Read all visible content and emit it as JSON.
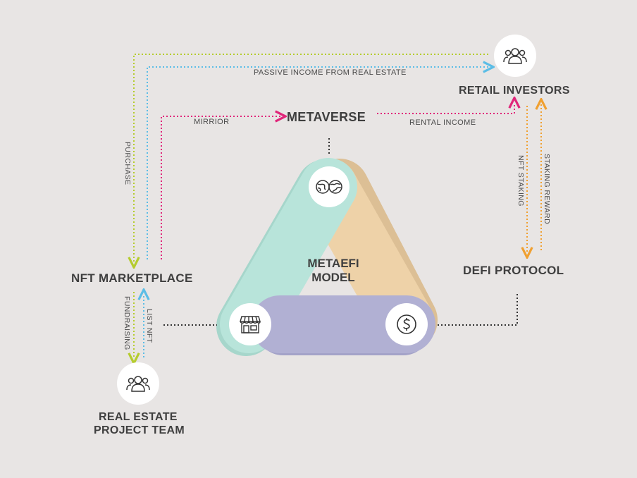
{
  "nodes": {
    "retail_investors": "RETAIL INVESTORS",
    "metaverse": "METAVERSE",
    "nft_marketplace": "NFT MARKETPLACE",
    "defi_protocol": "DEFI PROTOCOL",
    "real_estate_team_line1": "REAL ESTATE",
    "real_estate_team_line2": "PROJECT TEAM"
  },
  "center": {
    "line1": "METAEFI",
    "line2": "MODEL"
  },
  "edges": {
    "passive_income": "PASSIVE INCOME FROM REAL ESTATE",
    "mirror": "MIRRIOR",
    "rental_income": "RENTAL INCOME",
    "purchase": "PURCHASE",
    "nft_staking": "NFT STAKING",
    "staking_reward": "STAKING REWARD",
    "fundraising": "FUNDRAISING",
    "list_nft": "LIST NFT"
  },
  "icons": {
    "retail_investors": "people-group-icon",
    "real_estate_team": "people-group-icon",
    "metaverse": "globe-pair-icon",
    "marketplace": "storefront-icon",
    "defi": "dollar-coin-icon"
  },
  "colors": {
    "background": "#e8e5e4",
    "purchase_arrow": "#b5cc2e",
    "passive_income_arrow": "#5bbde6",
    "mirror_arrow": "#e0267a",
    "staking_arrow": "#f0a030",
    "dotted_connector": "#333333",
    "band_teal": "#b8e4da",
    "band_tan": "#eed2a8",
    "band_purple": "#b1b0d3"
  }
}
